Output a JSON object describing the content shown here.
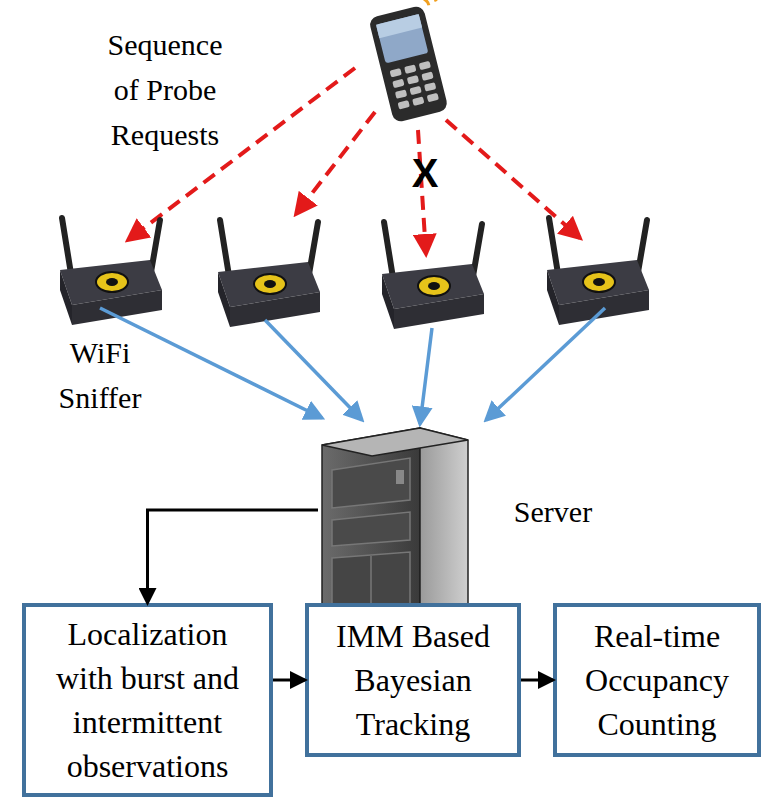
{
  "diagram": {
    "nodes": [
      {
        "text": [
          "Server"
        ]
      },
      {
        "text": [
          "Localization with burst and intermittent observations"
        ]
      },
      {
        "text": [
          "IMM Based Bayesian Tracking"
        ]
      },
      {
        "text": [
          "Real-time Occupancy Counting"
        ]
      }
    ],
    "edges": [
      {
        "from": 0,
        "to": 1,
        "arrow": "to"
      },
      {
        "from": 1,
        "to": 2,
        "arrow": "to"
      },
      {
        "from": 2,
        "to": 3,
        "arrow": "to"
      }
    ],
    "labels": [
      "Sequence of Probe Requests",
      "X",
      "WiFi Sniffer"
    ]
  }
}
